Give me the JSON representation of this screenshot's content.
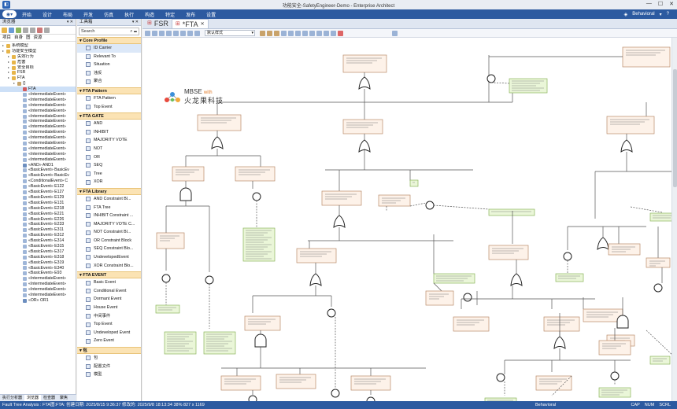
{
  "window": {
    "title": "功能安全-SafetyEngineer-Demo - Enterprise Architect"
  },
  "menu": {
    "items": [
      "开始",
      "设计",
      "布局",
      "开发",
      "仿真",
      "执行",
      "构造",
      "特定",
      "发布",
      "设置"
    ],
    "perspective": "Behavioral"
  },
  "browser": {
    "title": "浏览器",
    "tabs": [
      "项目",
      "自身",
      "图",
      "资源"
    ],
    "tree": [
      {
        "label": "系统模型",
        "depth": 0,
        "icon": "folder"
      },
      {
        "label": "功能安全模型",
        "depth": 0,
        "icon": "folder"
      },
      {
        "label": "失效行为",
        "depth": 1,
        "icon": "folder"
      },
      {
        "label": "危害",
        "depth": 1,
        "icon": "folder"
      },
      {
        "label": "安全目标",
        "depth": 1,
        "icon": "folder"
      },
      {
        "label": "FSR",
        "depth": 1,
        "icon": "folder"
      },
      {
        "label": "FTA",
        "depth": 1,
        "icon": "folder"
      },
      {
        "label": "{}",
        "depth": 2,
        "icon": "package"
      },
      {
        "label": "FTA",
        "depth": 3,
        "icon": "diagram",
        "selected": true
      },
      {
        "label": "«IntermediateEvent»",
        "depth": 3,
        "icon": "element"
      },
      {
        "label": "«IntermediateEvent»",
        "depth": 3,
        "icon": "element"
      },
      {
        "label": "«IntermediateEvent»",
        "depth": 3,
        "icon": "element"
      },
      {
        "label": "«IntermediateEvent»",
        "depth": 3,
        "icon": "element"
      },
      {
        "label": "«IntermediateEvent»",
        "depth": 3,
        "icon": "element"
      },
      {
        "label": "«IntermediateEvent»",
        "depth": 3,
        "icon": "element"
      },
      {
        "label": "«IntermediateEvent»",
        "depth": 3,
        "icon": "element"
      },
      {
        "label": "«IntermediateEvent»",
        "depth": 3,
        "icon": "element"
      },
      {
        "label": "«IntermediateEvent»",
        "depth": 3,
        "icon": "element"
      },
      {
        "label": "«IntermediateEvent»",
        "depth": 3,
        "icon": "element"
      },
      {
        "label": "«IntermediateEvent»",
        "depth": 3,
        "icon": "element"
      },
      {
        "label": "«IntermediateEvent»",
        "depth": 3,
        "icon": "element"
      },
      {
        "label": "«IntermediateEvent»",
        "depth": 3,
        "icon": "element"
      },
      {
        "label": "«AND» AND1",
        "depth": 3,
        "icon": "gate"
      },
      {
        "label": "«BasicEvent» BasicEv",
        "depth": 3,
        "icon": "event"
      },
      {
        "label": "«BasicEvent» BasicEv",
        "depth": 3,
        "icon": "event"
      },
      {
        "label": "«ConditionalEvent» C",
        "depth": 3,
        "icon": "event"
      },
      {
        "label": "«BasicEvent» E122",
        "depth": 3,
        "icon": "event"
      },
      {
        "label": "«BasicEvent» E127",
        "depth": 3,
        "icon": "event"
      },
      {
        "label": "«BasicEvent» E129",
        "depth": 3,
        "icon": "event"
      },
      {
        "label": "«BasicEvent» E131",
        "depth": 3,
        "icon": "event"
      },
      {
        "label": "«BasicEvent» E218",
        "depth": 3,
        "icon": "event"
      },
      {
        "label": "«BasicEvent» E221",
        "depth": 3,
        "icon": "event"
      },
      {
        "label": "«BasicEvent» E226",
        "depth": 3,
        "icon": "event"
      },
      {
        "label": "«BasicEvent» E233",
        "depth": 3,
        "icon": "event"
      },
      {
        "label": "«BasicEvent» E311",
        "depth": 3,
        "icon": "event"
      },
      {
        "label": "«BasicEvent» E312",
        "depth": 3,
        "icon": "event"
      },
      {
        "label": "«BasicEvent» E314",
        "depth": 3,
        "icon": "event"
      },
      {
        "label": "«BasicEvent» E315",
        "depth": 3,
        "icon": "event"
      },
      {
        "label": "«BasicEvent» E317",
        "depth": 3,
        "icon": "event"
      },
      {
        "label": "«BasicEvent» E318",
        "depth": 3,
        "icon": "event"
      },
      {
        "label": "«BasicEvent» E319",
        "depth": 3,
        "icon": "event"
      },
      {
        "label": "«BasicEvent» E340",
        "depth": 3,
        "icon": "event"
      },
      {
        "label": "«BasicEvent» E93",
        "depth": 3,
        "icon": "event"
      },
      {
        "label": "«IntermediateEvent»",
        "depth": 3,
        "icon": "element"
      },
      {
        "label": "«IntermediateEvent»",
        "depth": 3,
        "icon": "element"
      },
      {
        "label": "«IntermediateEvent»",
        "depth": 3,
        "icon": "element"
      },
      {
        "label": "«IntermediateEvent»",
        "depth": 3,
        "icon": "element"
      },
      {
        "label": "«OR» OR1",
        "depth": 3,
        "icon": "gate"
      }
    ],
    "bottom_tabs": [
      "执行分析器",
      "浏览器",
      "检查器",
      "聚焦"
    ]
  },
  "toolbox": {
    "title": "工具箱",
    "search_placeholder": "Search",
    "groups": [
      {
        "name": "Core Profile",
        "items": [
          "ID Carrier",
          "Relevant To",
          "Situation",
          "违反",
          "聚合"
        ]
      },
      {
        "name": "FTA Pattern",
        "items": [
          "FTA Pattern",
          "Top Event"
        ]
      },
      {
        "name": "FTA GATE",
        "items": [
          "AND",
          "INHIBIT",
          "MAJORITY VOTE",
          "NOT",
          "OR",
          "SEQ",
          "Tree",
          "XOR"
        ]
      },
      {
        "name": "FTA Library",
        "items": [
          "AND Constraint Bl...",
          "FTA Tree",
          "INHIBIT Constraint ...",
          "MAJORITY VOTE C...",
          "NOT Constraint Bl...",
          "OR Constraint Block",
          "SEQ Constraint Blo...",
          "UndevelopedEvent",
          "XOR Constraint Blo..."
        ]
      },
      {
        "name": "FTA EVENT",
        "items": [
          "Basic Event",
          "Conditional Event",
          "Dormant Event",
          "House Event",
          "中间事件",
          "Top Event",
          "Undeveloped Event",
          "Zero Event"
        ]
      },
      {
        "name": "包",
        "items": [
          "包",
          "配置文件",
          "模型"
        ]
      }
    ]
  },
  "diagram": {
    "tabs": [
      {
        "label": "FSR",
        "active": false
      },
      {
        "label": "*FTA",
        "active": true
      }
    ],
    "style_combo": "默认样式",
    "logo": {
      "brand": "MBSE",
      "with": "with",
      "cn": "火龙果科技"
    }
  },
  "status": {
    "text": "Fault Tree Analysis : FTA图:FTA:  创建日期: 2025/8/15 9:36:37  修改的: 2025/9/8 18:13:34  38%  827 x 1169",
    "mode": "Behavioral",
    "caps": [
      "CAP",
      "NUM",
      "SCRL"
    ]
  },
  "colors": {
    "accent": "#2c5aa0",
    "event_fill": "#fdf2e9",
    "event_border": "#b98a6a",
    "note_fill": "#eaf6d8",
    "note_border": "#8cb65c",
    "toolbox_group": "#fbe3b4"
  }
}
